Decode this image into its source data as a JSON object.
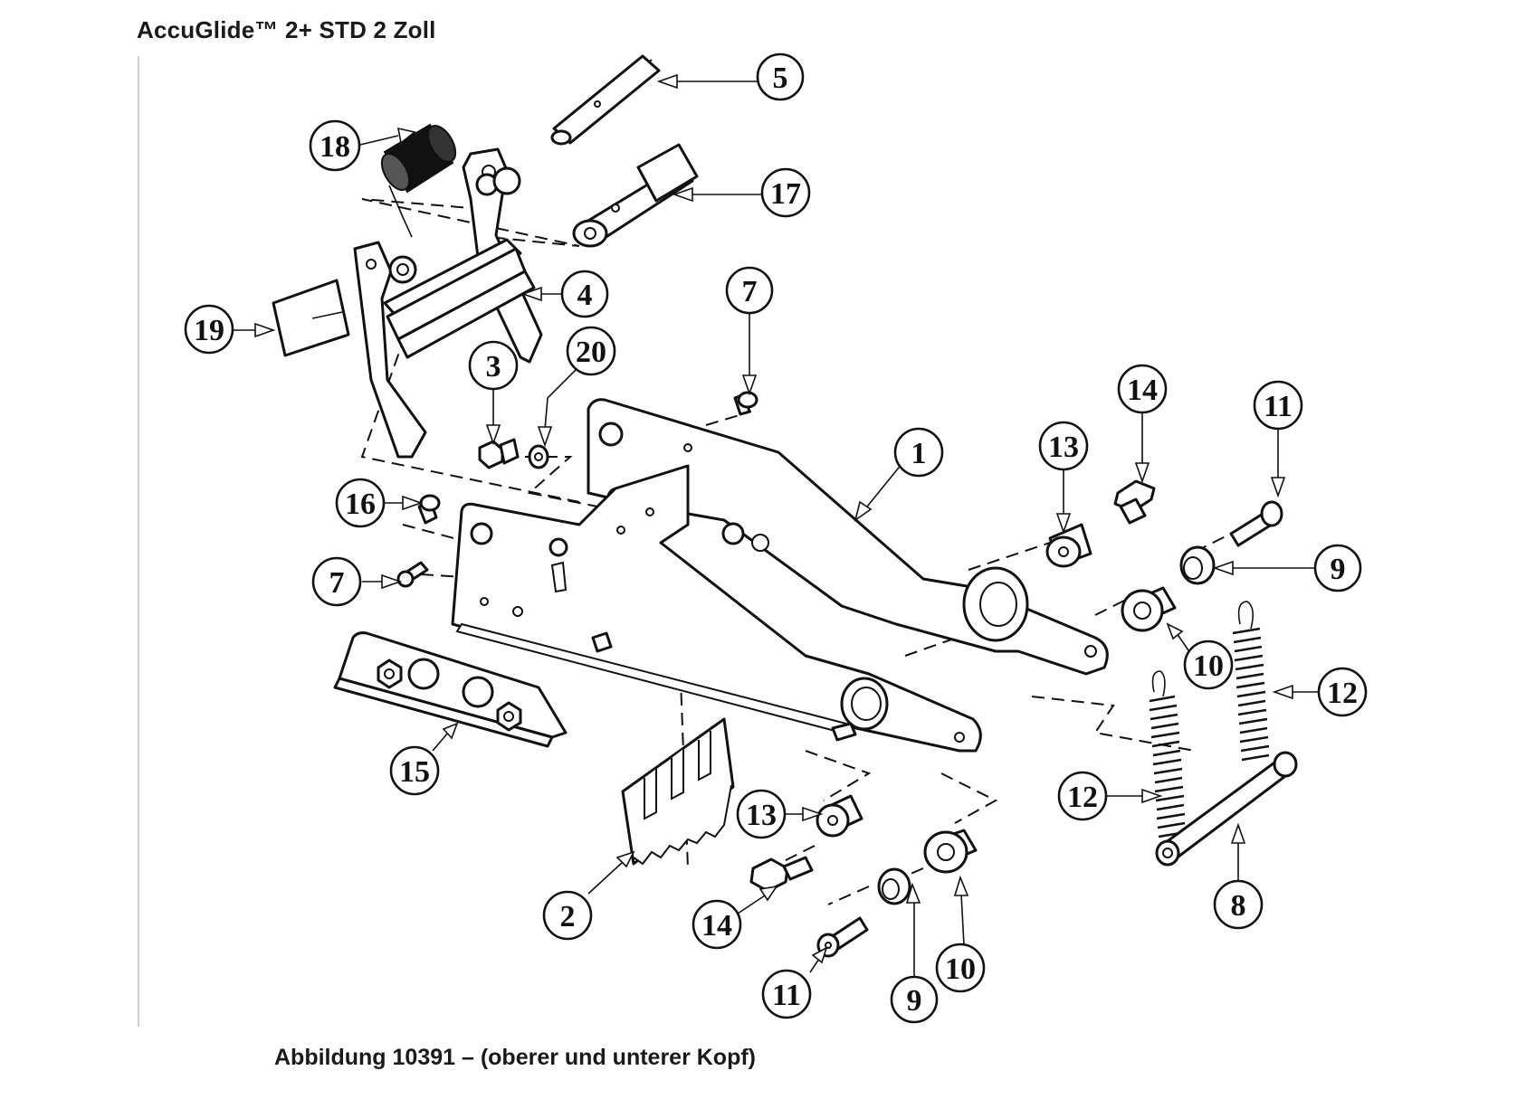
{
  "header": {
    "title": "AccuGlide™ 2+ STD 2 Zoll"
  },
  "footer": {
    "caption": "Abbildung 10391 –  (oberer und unterer Kopf)"
  },
  "callouts": [
    {
      "id": "c5",
      "label": "5"
    },
    {
      "id": "c18",
      "label": "18"
    },
    {
      "id": "c17",
      "label": "17"
    },
    {
      "id": "c4",
      "label": "4"
    },
    {
      "id": "c19",
      "label": "19"
    },
    {
      "id": "c7a",
      "label": "7"
    },
    {
      "id": "c20",
      "label": "20"
    },
    {
      "id": "c3",
      "label": "3"
    },
    {
      "id": "c1",
      "label": "1"
    },
    {
      "id": "c14a",
      "label": "14"
    },
    {
      "id": "c11a",
      "label": "11"
    },
    {
      "id": "c13a",
      "label": "13"
    },
    {
      "id": "c16",
      "label": "16"
    },
    {
      "id": "c9a",
      "label": "9"
    },
    {
      "id": "c7b",
      "label": "7"
    },
    {
      "id": "c10a",
      "label": "10"
    },
    {
      "id": "c12a",
      "label": "12"
    },
    {
      "id": "c15",
      "label": "15"
    },
    {
      "id": "c12b",
      "label": "12"
    },
    {
      "id": "c13b",
      "label": "13"
    },
    {
      "id": "c2",
      "label": "2"
    },
    {
      "id": "c14b",
      "label": "14"
    },
    {
      "id": "c8",
      "label": "8"
    },
    {
      "id": "c10b",
      "label": "10"
    },
    {
      "id": "c11b",
      "label": "11"
    },
    {
      "id": "c9b",
      "label": "9"
    }
  ]
}
